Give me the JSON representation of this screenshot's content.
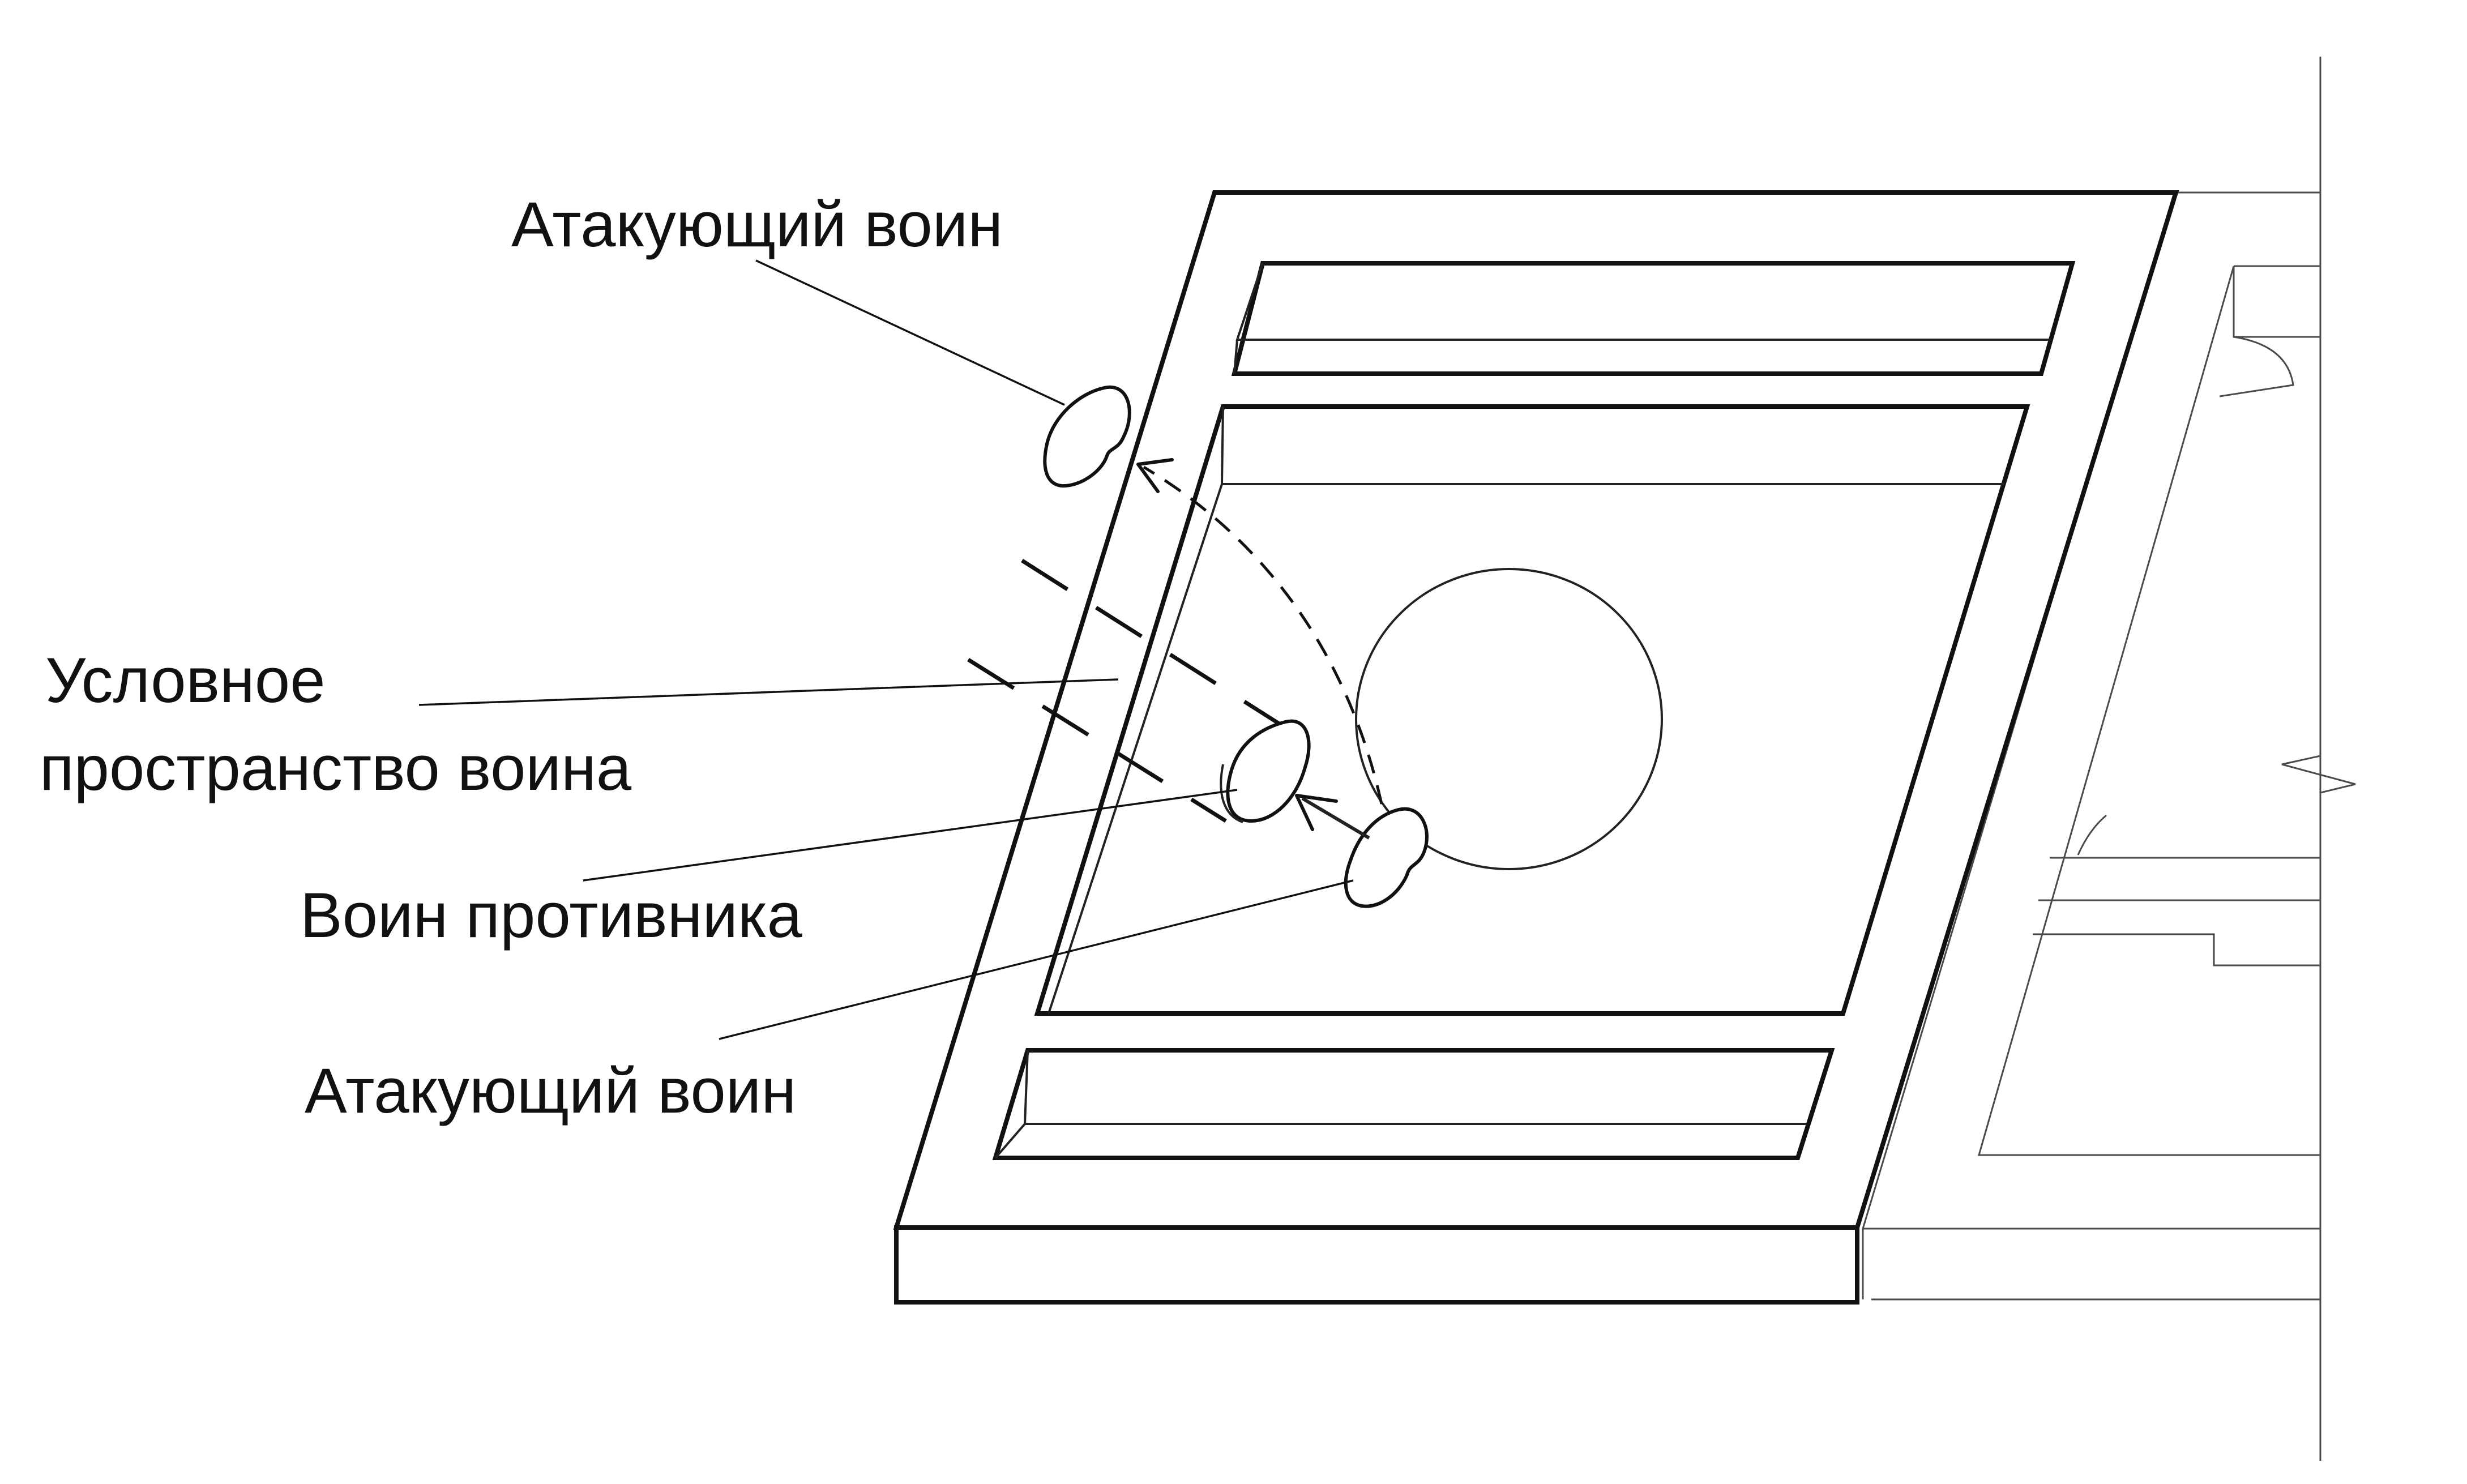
{
  "labels": {
    "attacker_top": "Атакующий воин",
    "conditional_space_line1": "Условное",
    "conditional_space_line2": "пространство воина",
    "enemy_warrior": "Воин противника",
    "attacker_bottom": "Атакующий воин"
  },
  "colors": {
    "ink": "#111111",
    "paper": "#ffffff",
    "faint_ink": "#4a4a4a"
  }
}
